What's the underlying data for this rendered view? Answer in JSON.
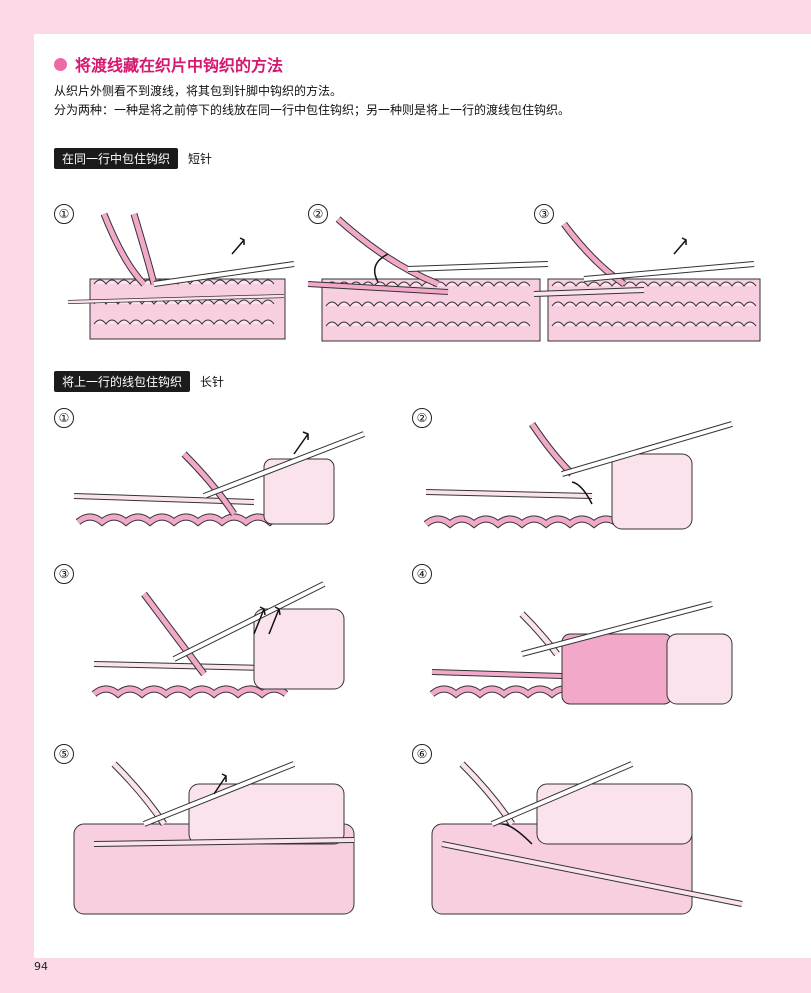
{
  "title": "将渡线藏在织片中钩织的方法",
  "intro": [
    "从织片外侧看不到渡线，将其包到针脚中钩织的方法。",
    "分为两种：一种是将之前停下的线放在同一行中包住钩织；另一种则是将上一行的渡线包住钩织。"
  ],
  "sections": [
    {
      "tag": "在同一行中包住钩织",
      "note": "短针",
      "steps": [
        "①",
        "②",
        "③"
      ]
    },
    {
      "tag": "将上一行的线包住钩织",
      "note": "长针",
      "steps": [
        "①",
        "②",
        "③",
        "④",
        "⑤",
        "⑥"
      ]
    }
  ],
  "page_number": "94",
  "colors": {
    "pink": "#f2a9c9",
    "light_pink": "#fbd9e6",
    "accent": "#d6176f",
    "yarn_light": "#fbe3ee"
  }
}
